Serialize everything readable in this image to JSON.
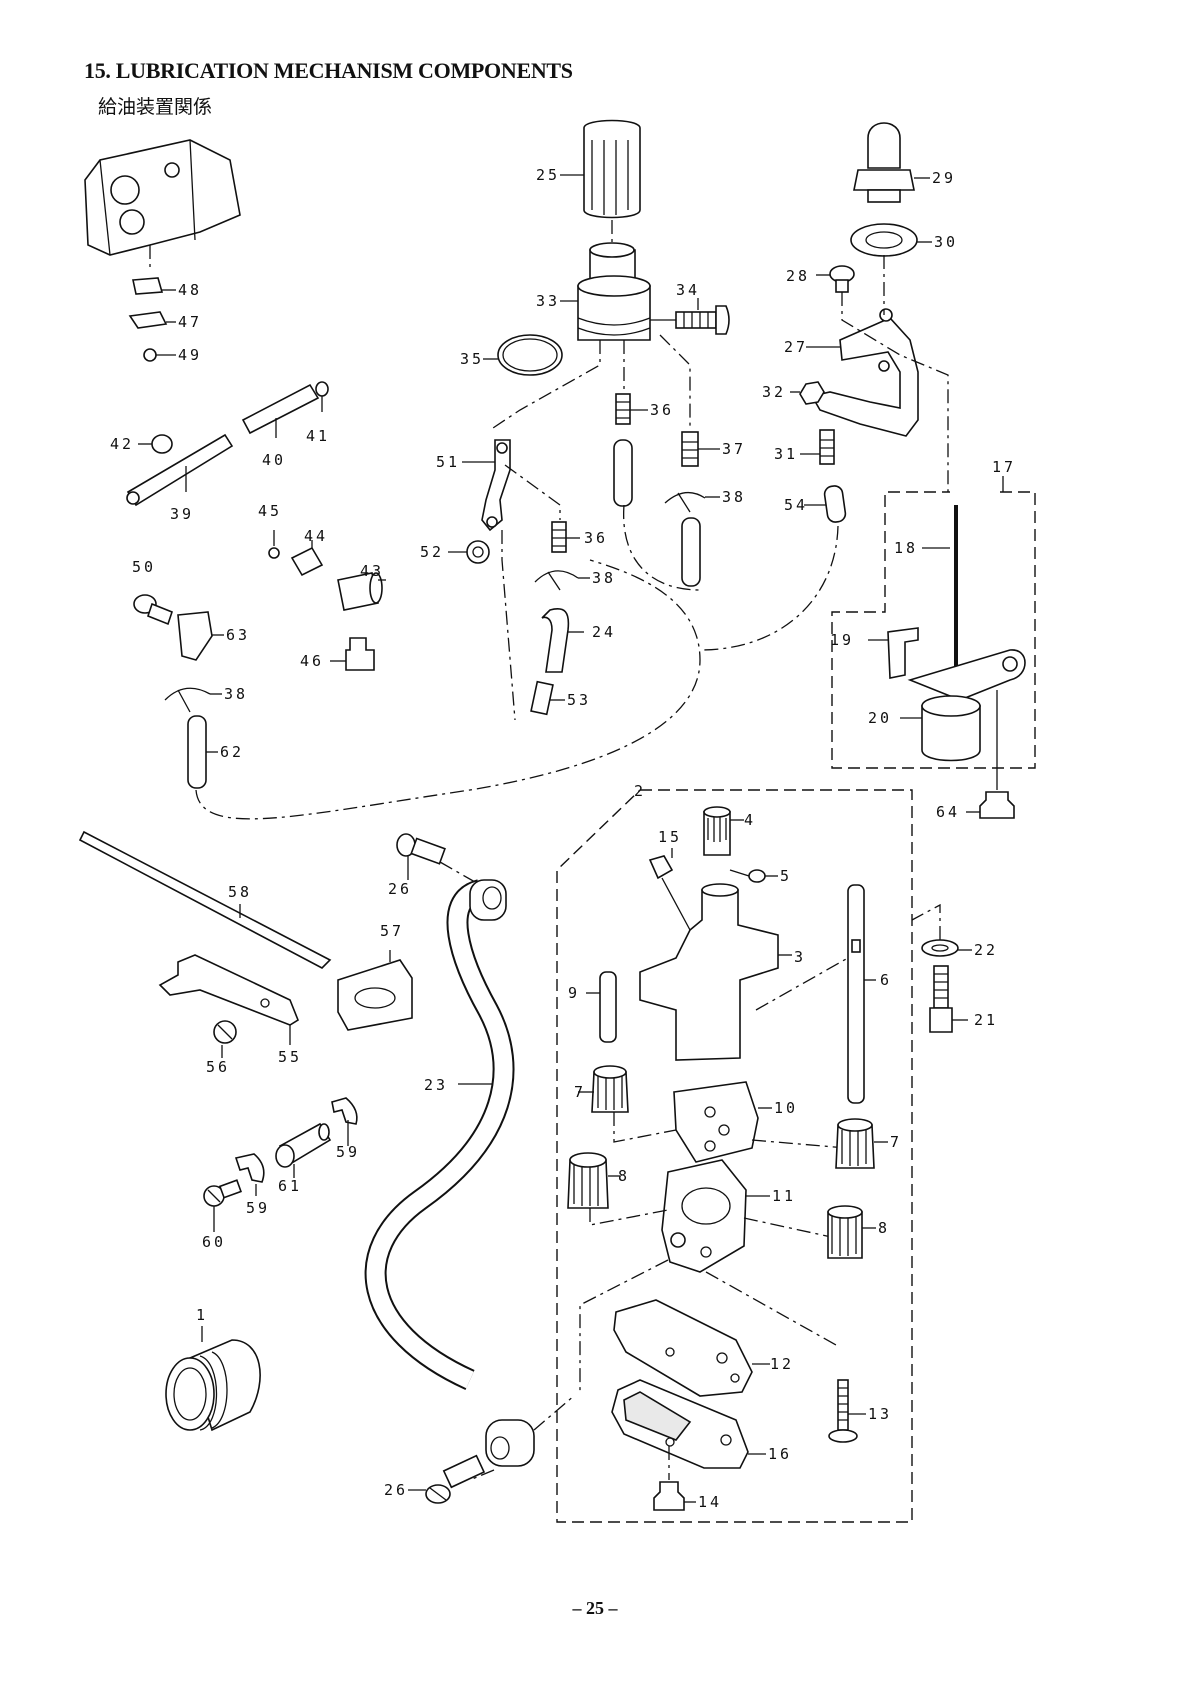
{
  "header": {
    "title": "15. LUBRICATION MECHANISM COMPONENTS",
    "subtitle": "給油装置関係"
  },
  "footer": {
    "page_number": "– 25 –"
  },
  "callouts": [
    "1",
    "2",
    "3",
    "4",
    "5",
    "6",
    "7",
    "7",
    "8",
    "8",
    "9",
    "10",
    "11",
    "12",
    "13",
    "14",
    "15",
    "16",
    "17",
    "18",
    "19",
    "20",
    "21",
    "22",
    "23",
    "24",
    "25",
    "26",
    "26",
    "27",
    "28",
    "29",
    "30",
    "31",
    "32",
    "33",
    "34",
    "35",
    "36",
    "36",
    "37",
    "38",
    "38",
    "38",
    "39",
    "40",
    "41",
    "42",
    "43",
    "44",
    "45",
    "46",
    "47",
    "48",
    "49",
    "50",
    "51",
    "52",
    "53",
    "54",
    "55",
    "56",
    "57",
    "58",
    "59",
    "59",
    "60",
    "61",
    "62",
    "63",
    "64"
  ]
}
